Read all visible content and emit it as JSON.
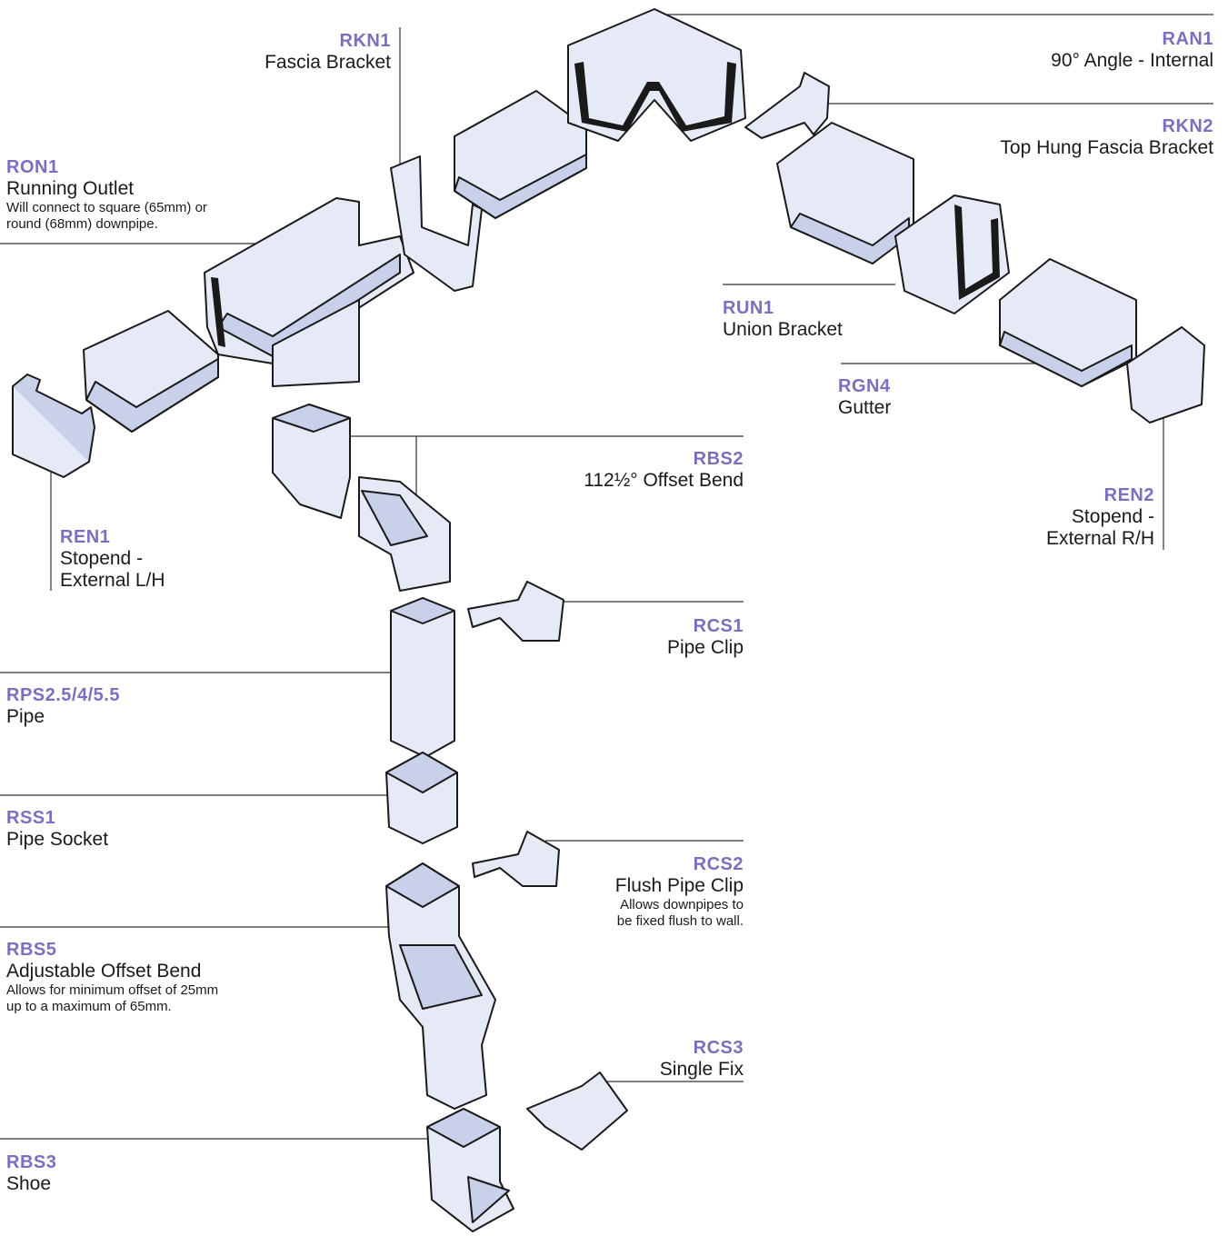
{
  "colors": {
    "code": "#7b6fbf",
    "text": "#1a1a1a",
    "part_fill": "#e6eaf6",
    "part_shade": "#c8d0ea"
  },
  "labels": {
    "rkn1": {
      "code": "RKN1",
      "name": "Fascia Bracket"
    },
    "ran1": {
      "code": "RAN1",
      "name": "90° Angle - Internal"
    },
    "rkn2": {
      "code": "RKN2",
      "name": "Top Hung Fascia Bracket"
    },
    "ron1": {
      "code": "RON1",
      "name": "Running Outlet",
      "note1": "Will connect to square (65mm) or",
      "note2": "round (68mm) downpipe."
    },
    "run1": {
      "code": "RUN1",
      "name": "Union Bracket"
    },
    "rgn4": {
      "code": "RGN4",
      "name": "Gutter"
    },
    "rbs2": {
      "code": "RBS2",
      "name": "112½° Offset Bend"
    },
    "ren2": {
      "code": "REN2",
      "name1": "Stopend -",
      "name2": "External R/H"
    },
    "ren1": {
      "code": "REN1",
      "name1": "Stopend -",
      "name2": "External L/H"
    },
    "rcs1": {
      "code": "RCS1",
      "name": "Pipe Clip"
    },
    "rps": {
      "code": "RPS2.5/4/5.5",
      "name": "Pipe"
    },
    "rss1": {
      "code": "RSS1",
      "name": "Pipe Socket"
    },
    "rcs2": {
      "code": "RCS2",
      "name": "Flush Pipe Clip",
      "note1": "Allows downpipes to",
      "note2": "be fixed flush to wall."
    },
    "rbs5": {
      "code": "RBS5",
      "name": "Adjustable Offset Bend",
      "note1": "Allows for minimum offset of 25mm",
      "note2": "up to a maximum of 65mm."
    },
    "rcs3": {
      "code": "RCS3",
      "name": "Single Fix"
    },
    "rbs3": {
      "code": "RBS3",
      "name": "Shoe"
    }
  }
}
